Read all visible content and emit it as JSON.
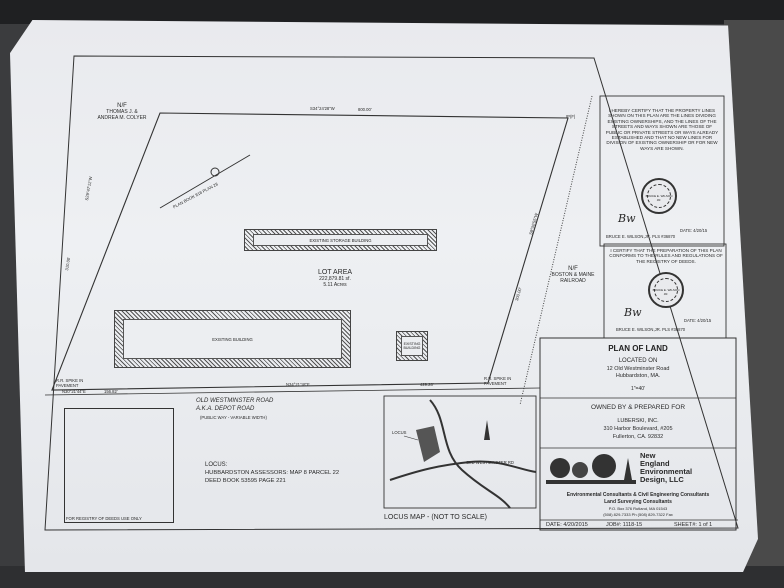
{
  "plan": {
    "neighbor_nw": {
      "nf": "N/F",
      "line1": "THOMAS J. &",
      "line2": "ANDREA M. COLYER"
    },
    "neighbor_e": {
      "nf": "N/F",
      "line1": "BOSTON & MAINE",
      "line2": "RAILROAD"
    },
    "top_bearing": "S34°24'28\"W",
    "top_distance": "800.00'",
    "left_bearing": "S29°47'11\"W",
    "left_distance": "310.00'",
    "right_bearing": "S9°00'55\"W",
    "right_distance": "300.00'",
    "bottom_bearing_left": "N30°21'44\"E",
    "bottom_distance_left": "156.82'",
    "bottom_bearing_mid": "N34°21'18\"E",
    "bottom_distance_mid": "429.28'",
    "pin_label": "IP(F)",
    "plan_book_label": "PLAN BOOK 818 PLAN 28",
    "storage_building": "EXISTING STORAGE BUILDING",
    "existing_building": "EXISTING BUILDING",
    "small_building": "EXISTING BUILDING",
    "lot_area_title": "LOT AREA",
    "lot_area_sf": "222,879.81 sf.",
    "lot_area_acres": "5.11 Acres",
    "spike_left": "R.R. SPIKE IN PAVEMENT",
    "spike_right": "R.R. SPIKE IN PAVEMENT",
    "road_name_1": "OLD WESTMINSTER ROAD",
    "road_name_2": "A.K.A. DEPOT ROAD",
    "road_note": "(PUBLIC WAY - VARIABLE WIDTH)"
  },
  "registry_box_label": "FOR REGISTRY OF DEEDS USE ONLY",
  "locus": {
    "heading": "LOCUS:",
    "assessors": "HUBBARDSTON ASSESSORS:  MAP 8 PARCEL 22",
    "deed": "DEED BOOK 53595 PAGE 221",
    "map_caption": "LOCUS MAP -  (NOT TO SCALE)",
    "map_locus_label": "LOCUS",
    "map_road_label": "OLD WESTMINSTER RD"
  },
  "certificates": {
    "cert1": "I HEREBY CERTIFY THAT THE PROPERTY LINES SHOWN ON THIS PLAN ARE THE LINES DIVIDING EXISTING OWNERSHIPS, AND THE LINES OF THE STREETS AND WAYS SHOWN ARE THOSE OF PUBLIC OR PRIVATE STREETS OR WAYS ALREADY ESTABLISHED AND THAT NO NEW LINES FOR DIVISION OF EXISTING OWNERSHIP OR FOR NEW WAYS ARE SHOWN.",
    "cert2": "I CERTIFY THAT THE PREPARATION OF THIS PLAN CONFORMS TO THE RULES AND REGULATIONS OF THE REGISTRY OF DEEDS.",
    "signer": "BRUCE E. WILSON,JR. PLS #36870",
    "date1": "DATE: 4/20/15",
    "date2": "DATE: 4/20/15",
    "seal_text": "BRUCE E. WILSON JR."
  },
  "title_block": {
    "title": "PLAN OF LAND",
    "located_on": "LOCATED ON",
    "address": "12 Old Westminster Road",
    "town": "Hubbardston, MA.",
    "scale": "1\"=40'",
    "owned_by": "OWNED BY & PREPARED FOR",
    "owner": "LUBERSKI, INC.",
    "owner_addr1": "310 Harbor Boulevard, #205",
    "owner_addr2": "Fullerton, CA. 92832",
    "firm1": "New",
    "firm2": "England",
    "firm3": "Environmental",
    "firm4": "Design, LLC",
    "services1": "Environmental Consultants & Civil Engineering Consultants",
    "services2": "Land Surveying Consultants",
    "contact1": "P.O. Box 376 Rutland, MA 01543",
    "contact2": "(508) 829-7333 Ph (508) 829-7322 Fax",
    "date": "DATE: 4/20/2015",
    "job": "JOB#: 1118-15",
    "sheet": "SHEET#: 1 of 1"
  }
}
